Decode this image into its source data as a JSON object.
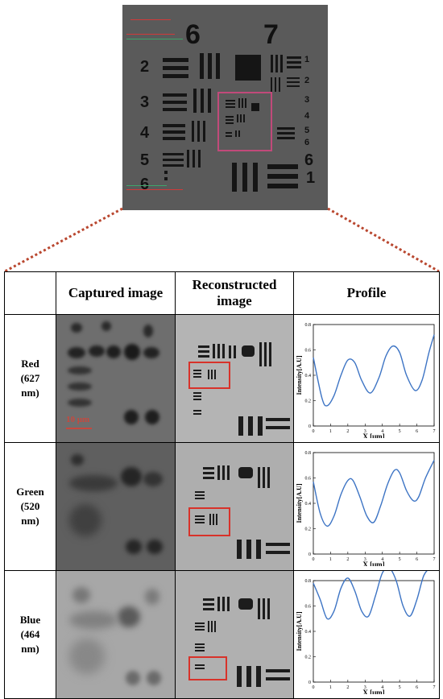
{
  "target": {
    "group_numbers": [
      "6",
      "7"
    ],
    "element_numbers_left": [
      "2",
      "3",
      "4",
      "5",
      "6"
    ],
    "element_numbers_right": [
      "1",
      "2",
      "3",
      "4",
      "5",
      "6",
      "6",
      "1"
    ]
  },
  "table": {
    "headers": [
      "",
      "Captured image",
      "Reconstructed image",
      "Profile"
    ],
    "rows": [
      {
        "label_line1": "Red",
        "label_line2": "(627",
        "label_line3": "nm)"
      },
      {
        "label_line1": "Green",
        "label_line2": "(520",
        "label_line3": "nm)"
      },
      {
        "label_line1": "Blue",
        "label_line2": "(464",
        "label_line3": "nm)"
      }
    ],
    "scale_label": "10 μm"
  },
  "colors": {
    "highlight": "#d8322a",
    "profile_line": "#3d74c4",
    "connector": "#b9472f"
  },
  "chart_data": [
    {
      "type": "line",
      "xlabel": "X [μm]",
      "ylabel": "Intensity[A.U]",
      "xlim": [
        0,
        7
      ],
      "ylim": [
        0,
        0.8
      ],
      "xticks": [
        "0",
        "1",
        "2",
        "3",
        "4",
        "5",
        "6",
        "7"
      ],
      "yticks": [
        "0",
        "0.2",
        "0.4",
        "0.6",
        "0.8"
      ],
      "x": [
        0,
        0.5,
        0.8,
        1.2,
        1.6,
        2.0,
        2.4,
        2.8,
        3.3,
        3.8,
        4.2,
        4.6,
        5.0,
        5.4,
        5.9,
        6.3,
        6.7,
        7.0
      ],
      "y": [
        0.54,
        0.22,
        0.16,
        0.24,
        0.4,
        0.52,
        0.5,
        0.36,
        0.26,
        0.38,
        0.55,
        0.63,
        0.58,
        0.4,
        0.28,
        0.36,
        0.58,
        0.72
      ]
    },
    {
      "type": "line",
      "xlabel": "X [μm]",
      "ylabel": "Intensity[A.U]",
      "xlim": [
        0,
        7
      ],
      "ylim": [
        0,
        0.8
      ],
      "xticks": [
        "0",
        "1",
        "2",
        "3",
        "4",
        "5",
        "6",
        "7"
      ],
      "yticks": [
        "0",
        "0.2",
        "0.4",
        "0.6",
        "0.8"
      ],
      "x": [
        0,
        0.4,
        0.8,
        1.2,
        1.6,
        2.0,
        2.3,
        2.7,
        3.1,
        3.5,
        3.9,
        4.3,
        4.7,
        5.0,
        5.4,
        5.8,
        6.1,
        6.5,
        7.0
      ],
      "y": [
        0.57,
        0.32,
        0.22,
        0.3,
        0.47,
        0.58,
        0.58,
        0.45,
        0.3,
        0.25,
        0.38,
        0.55,
        0.66,
        0.64,
        0.5,
        0.42,
        0.45,
        0.6,
        0.74
      ]
    },
    {
      "type": "line",
      "xlabel": "X [μm]",
      "ylabel": "Intensity[A.U]",
      "xlim": [
        0,
        7
      ],
      "ylim": [
        0,
        0.8
      ],
      "xticks": [
        "0",
        "1",
        "2",
        "3",
        "4",
        "5",
        "6",
        "7"
      ],
      "yticks": [
        "0",
        "0.2",
        "0.4",
        "0.6",
        "0.8"
      ],
      "x": [
        0,
        0.4,
        0.8,
        1.2,
        1.6,
        2.0,
        2.4,
        2.8,
        3.2,
        3.6,
        4.0,
        4.4,
        4.8,
        5.2,
        5.6,
        6.0,
        6.4,
        6.8,
        7.0
      ],
      "y": [
        0.78,
        0.65,
        0.5,
        0.56,
        0.74,
        0.82,
        0.72,
        0.56,
        0.52,
        0.68,
        0.86,
        0.9,
        0.8,
        0.6,
        0.52,
        0.65,
        0.84,
        0.9,
        0.88
      ]
    }
  ]
}
